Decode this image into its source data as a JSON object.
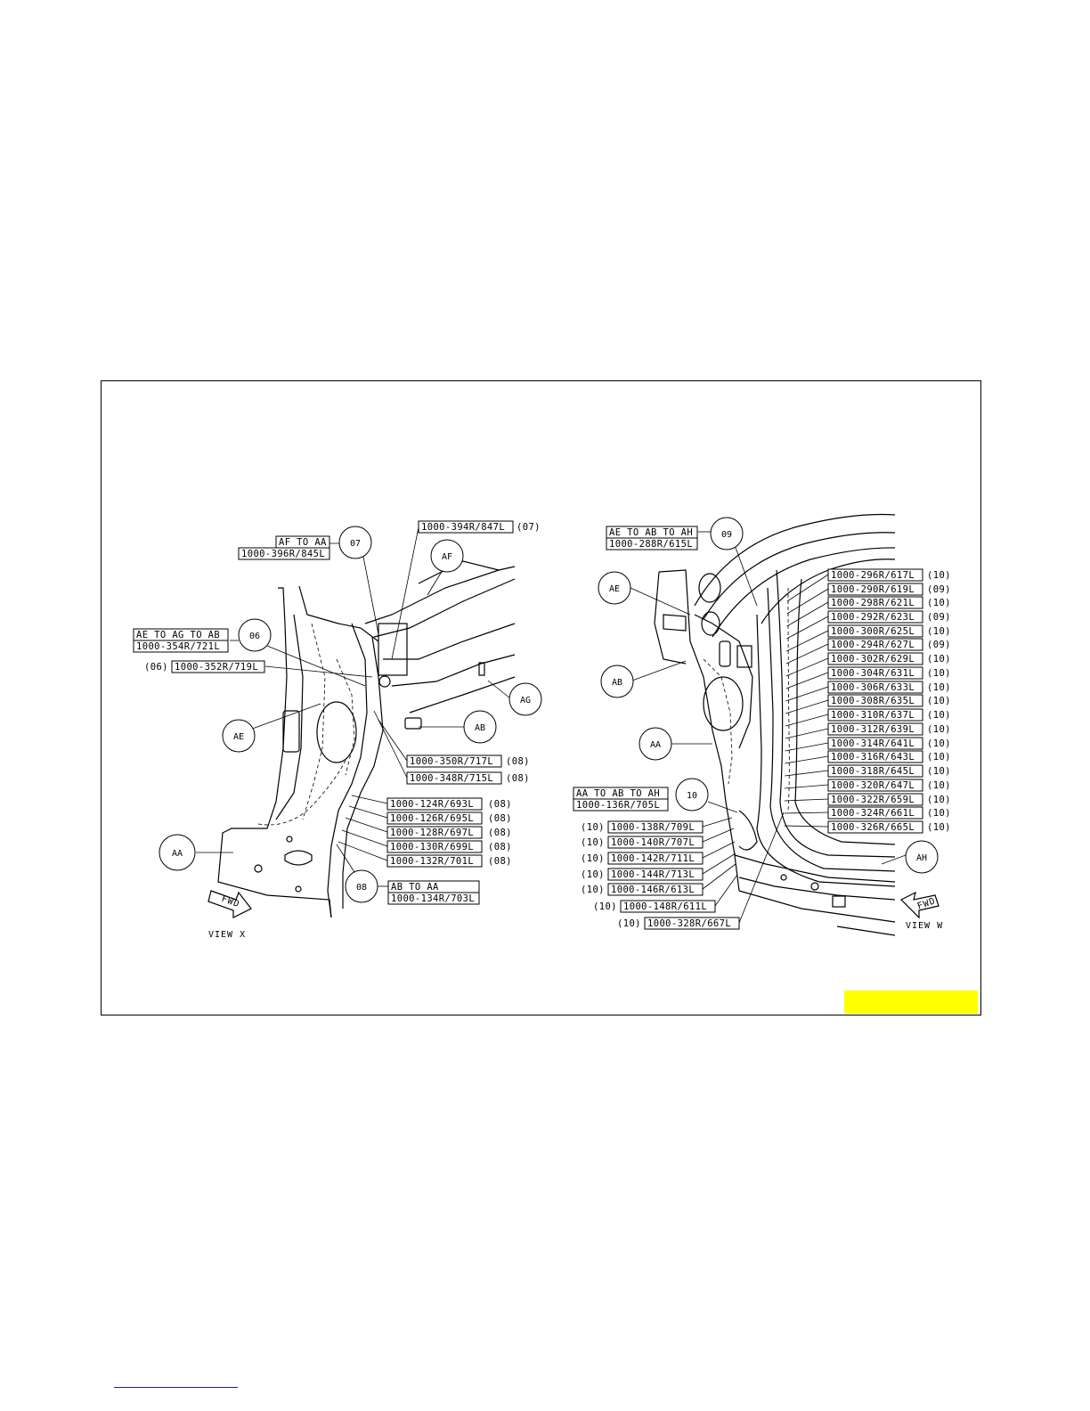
{
  "views": [
    {
      "caption": "VIEW X",
      "fwd": "FWD",
      "callouts": [
        "AF",
        "AE",
        "AA",
        "AB",
        "AG",
        "06",
        "07",
        "08"
      ],
      "groups": [
        {
          "title": "AF TO AA",
          "code": "1000-396R/845L"
        },
        {
          "title": "AE TO AG TO AB",
          "code": "1000-354R/721L"
        },
        {
          "title": "AB TO AA",
          "code": "1000-134R/703L"
        }
      ],
      "welds": [
        {
          "code": "1000-394R/847L",
          "zone": "(07)"
        },
        {
          "code": "1000-352R/719L",
          "zone": "(06)"
        },
        {
          "code": "1000-350R/717L",
          "zone": "(08)"
        },
        {
          "code": "1000-348R/715L",
          "zone": "(08)"
        },
        {
          "code": "1000-124R/693L",
          "zone": "(08)"
        },
        {
          "code": "1000-126R/695L",
          "zone": "(08)"
        },
        {
          "code": "1000-128R/697L",
          "zone": "(08)"
        },
        {
          "code": "1000-130R/699L",
          "zone": "(08)"
        },
        {
          "code": "1000-132R/701L",
          "zone": "(08)"
        }
      ]
    },
    {
      "caption": "VIEW W",
      "fwd": "FWD",
      "callouts": [
        "AE",
        "AB",
        "AA",
        "AH",
        "09",
        "10"
      ],
      "groups": [
        {
          "title": "AE TO AB TO AH",
          "code": "1000-288R/615L"
        },
        {
          "title": "AA TO AB TO AH",
          "code": "1000-136R/705L"
        }
      ],
      "welds_right": [
        {
          "code": "1000-296R/617L",
          "zone": "(10)"
        },
        {
          "code": "1000-290R/619L",
          "zone": "(09)"
        },
        {
          "code": "1000-298R/621L",
          "zone": "(10)"
        },
        {
          "code": "1000-292R/623L",
          "zone": "(09)"
        },
        {
          "code": "1000-300R/625L",
          "zone": "(10)"
        },
        {
          "code": "1000-294R/627L",
          "zone": "(09)"
        },
        {
          "code": "1000-302R/629L",
          "zone": "(10)"
        },
        {
          "code": "1000-304R/631L",
          "zone": "(10)"
        },
        {
          "code": "1000-306R/633L",
          "zone": "(10)"
        },
        {
          "code": "1000-308R/635L",
          "zone": "(10)"
        },
        {
          "code": "1000-310R/637L",
          "zone": "(10)"
        },
        {
          "code": "1000-312R/639L",
          "zone": "(10)"
        },
        {
          "code": "1000-314R/641L",
          "zone": "(10)"
        },
        {
          "code": "1000-316R/643L",
          "zone": "(10)"
        },
        {
          "code": "1000-318R/645L",
          "zone": "(10)"
        },
        {
          "code": "1000-320R/647L",
          "zone": "(10)"
        },
        {
          "code": "1000-322R/659L",
          "zone": "(10)"
        },
        {
          "code": "1000-324R/661L",
          "zone": "(10)"
        },
        {
          "code": "1000-326R/665L",
          "zone": "(10)"
        }
      ],
      "welds_left": [
        {
          "code": "1000-138R/709L",
          "zone": "(10)"
        },
        {
          "code": "1000-140R/707L",
          "zone": "(10)"
        },
        {
          "code": "1000-142R/711L",
          "zone": "(10)"
        },
        {
          "code": "1000-144R/713L",
          "zone": "(10)"
        },
        {
          "code": "1000-146R/613L",
          "zone": "(10)"
        },
        {
          "code": "1000-148R/611L",
          "zone": "(10)"
        },
        {
          "code": "1000-328R/667L",
          "zone": "(10)"
        }
      ]
    }
  ]
}
